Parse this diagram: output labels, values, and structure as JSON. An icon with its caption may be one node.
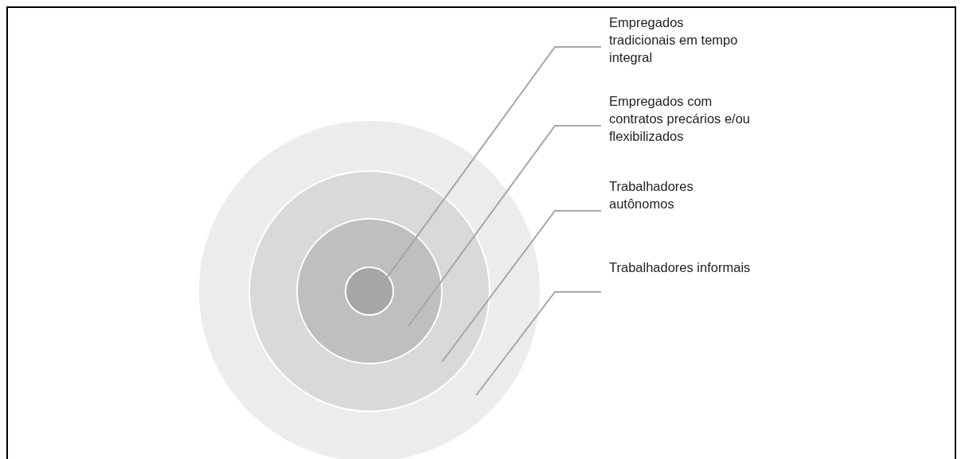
{
  "diagram": {
    "nodes": [
      {
        "text": [
          "Empregados tradicionais em tempo integral"
        ]
      },
      {
        "text": [
          "Empregados com contratos precários e/ou flexibilizados"
        ]
      },
      {
        "text": [
          "Trabalhadores autônomos"
        ]
      },
      {
        "text": [
          "Trabalhadores informais"
        ]
      },
      {
        "text": [],
        "shape": "circle"
      },
      {
        "text": [],
        "shape": "circle",
        "in": 4
      },
      {
        "text": [],
        "shape": "circle",
        "in": 5
      },
      {
        "text": [],
        "shape": "circle",
        "in": 6
      }
    ],
    "edges": [
      {
        "from": 0,
        "to": 7,
        "arrow": "none"
      },
      {
        "from": 1,
        "to": 6,
        "arrow": "none"
      },
      {
        "from": 2,
        "to": 5,
        "arrow": "none"
      },
      {
        "from": 3,
        "to": 4,
        "arrow": "none"
      }
    ]
  }
}
